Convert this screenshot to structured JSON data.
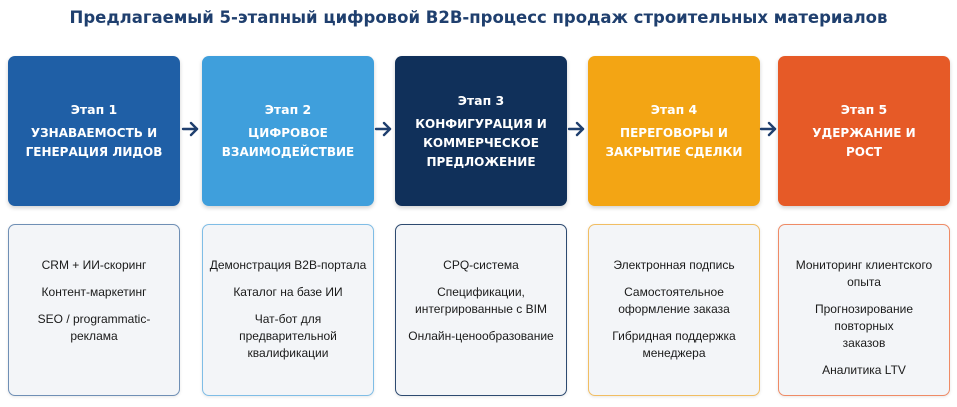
{
  "title": "Предлагаемый 5-этапный цифровой B2B-процесс продаж строительных материалов",
  "stages": [
    {
      "number": "Этап 1",
      "name": "УЗНАВАЕМОСТЬ И\nГЕНЕРАЦИЯ ЛИДОВ",
      "color": "#1f5fa6",
      "border": "#6f8fb5",
      "items": [
        "CRM + ИИ-скоринг",
        "Контент-маркетинг",
        "SEO / programmatic-реклама"
      ]
    },
    {
      "number": "Этап 2",
      "name": "ЦИФРОВОЕ\nВЗАИМОДЕЙСТВИЕ",
      "color": "#3f9fdc",
      "border": "#7fbde6",
      "items": [
        "Демонстрация B2B-портала",
        "Каталог на базе ИИ",
        "Чат-бот для\nпредварительной\nквалификации"
      ]
    },
    {
      "number": "Этап 3",
      "name": "КОНФИГУРАЦИЯ И\nКОММЕРЧЕСКОЕ\nПРЕДЛОЖЕНИЕ",
      "color": "#10305a",
      "border": "#2d4a70",
      "items": [
        "CPQ-система",
        "Спецификации,\nинтегрированные с BIM",
        "Онлайн-ценообразование"
      ]
    },
    {
      "number": "Этап 4",
      "name": "ПЕРЕГОВОРЫ И\nЗАКРЫТИЕ СДЕЛКИ",
      "color": "#f3a514",
      "border": "#f1be63",
      "items": [
        "Электронная подпись",
        "Самостоятельное\nоформление заказа",
        "Гибридная поддержка\nменеджера"
      ]
    },
    {
      "number": "Этап 5",
      "name": "УДЕРЖАНИЕ И\nРОСТ",
      "color": "#e65a27",
      "border": "#ef8b66",
      "items": [
        "Мониторинг клиентского опыта",
        "Прогнозирование повторных\nзаказов",
        "Аналитика  LTV"
      ]
    }
  ],
  "arrow_color": "#1f3f6e"
}
